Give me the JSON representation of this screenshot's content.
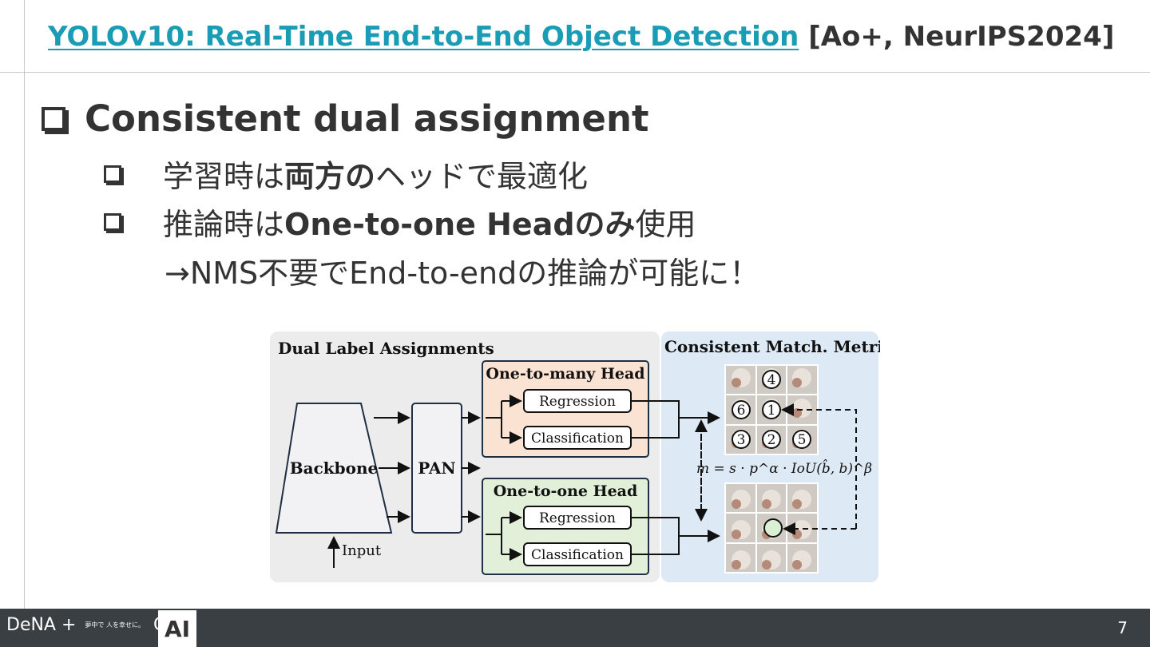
{
  "header": {
    "title_link": "YOLOv10: Real-Time End-to-End Object Detection",
    "citation": "[Ao+, NeurIPS2024]"
  },
  "heading": "Consistent dual assignment",
  "bullets": [
    {
      "pre": "学習時は",
      "bold": "両方の",
      "post": "ヘッドで最適化"
    },
    {
      "pre": "推論時は",
      "bold": "One-to-one Headのみ",
      "post": "使用"
    }
  ],
  "note": "→NMS不要でEnd-to-endの推論が可能に！",
  "figure": {
    "left_title": "Dual Label Assignments",
    "right_title": "Consistent Match. Metric",
    "backbone": "Backbone",
    "pan": "PAN",
    "input": "Input",
    "head_many": "One-to-many Head",
    "head_one": "One-to-one Head",
    "regression": "Regression",
    "classification": "Classification",
    "metric_formula": "m = s · p^α · IoU(b̂, b)^β",
    "ranks": [
      "4",
      "6",
      "1",
      "3",
      "2",
      "5"
    ],
    "colors": {
      "left_bg": "#ececec",
      "right_bg": "#dde9f4",
      "many_bg": "#fbe3d4",
      "one_bg": "#e3f0d9"
    }
  },
  "footer": {
    "brand": "DeNA",
    "plus": "+",
    "small_jp": "夢中で 人を幸せに。",
    "go_logo": "GO",
    "ai": "AI",
    "page": "7"
  }
}
